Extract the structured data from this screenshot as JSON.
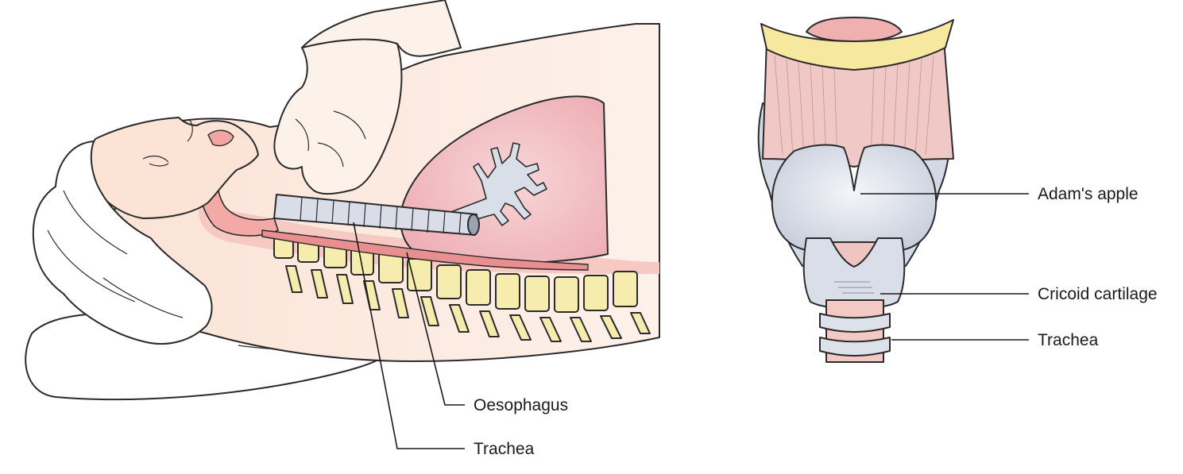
{
  "left_figure": {
    "labels": {
      "oesophagus": "Oesophagus",
      "trachea": "Trachea"
    }
  },
  "right_figure": {
    "labels": {
      "adams_apple": "Adam's apple",
      "cricoid_cartilage": "Cricoid cartilage",
      "trachea": "Trachea"
    }
  },
  "colors": {
    "skin": "#fbe7dc",
    "tissue_pink": "#f4b9b6",
    "lung_pink": "#f2c4c8",
    "vertebra_yellow": "#f5ecae",
    "cartilage_blue": "#d8dde8",
    "muscle_pink": "#f0c7c4",
    "hyoid_yellow": "#f7e8a0",
    "pillow_white": "#ffffff"
  }
}
